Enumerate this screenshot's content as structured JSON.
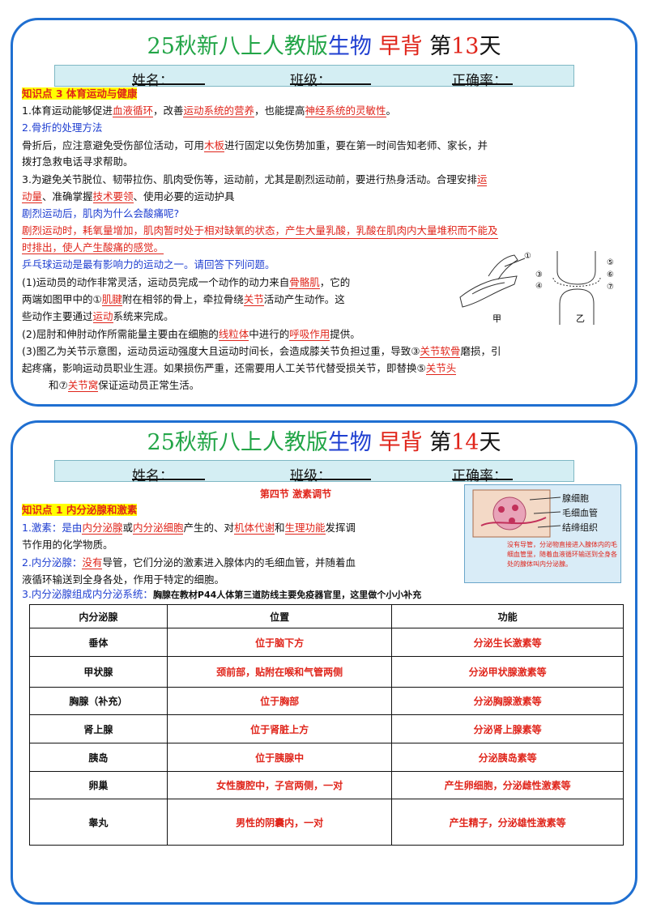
{
  "card1": {
    "title": {
      "p1": "25秋新八上人教版",
      "p2": "生物",
      "p3": "早背",
      "p4": "第",
      "p5": "13",
      "p6": "天"
    },
    "name_label": "姓名：",
    "class_label": "班级：",
    "accuracy_label": "正确率：",
    "kp_tag": "知识点 3 体育运动与健康",
    "l1": {
      "a": "1.体育运动能够促进",
      "b": "血液循环",
      "c": "，改善",
      "d": "运动系统的营养",
      "e": "，也能提高",
      "f": "神经系统的灵敏性",
      "g": "。"
    },
    "l2": "2.骨折的处理方法",
    "l3": {
      "a": "骨折后，应注意避免受伤部位活动，可用",
      "b": "木板",
      "c": "进行固定以免伤势加重，要在第一时间告知老师、家长，并"
    },
    "l4": "拨打急救电话寻求帮助。",
    "l5": {
      "a": "3.为避免关节脱位、韧带拉伤、肌肉受伤等，运动前，尤其是剧烈运动前，要进行热身活动。合理安排",
      "b": "运"
    },
    "l6": {
      "a": "动量",
      "b": "、准确掌握",
      "c": "技术要领",
      "d": "、使用必要的运动护具"
    },
    "l7": "剧烈运动后，肌肉为什么会酸痛呢?",
    "l8": "剧烈运动时，耗氧量增加，肌肉暂时处于相对缺氧的状态，产生大量乳酸，乳酸在肌肉内大量堆积而不能及",
    "l9": "时排出，使人产生酸痛的感觉。",
    "l10": "乒乓球运动是最有影响力的运动之一。请回答下列问题。",
    "l11": {
      "a": "(1)运动员的动作非常灵活，运动员完成一个动作的动力来自",
      "b": "骨骼肌",
      "c": "，它的"
    },
    "l12": {
      "a": "两端如图甲中的①",
      "b": "肌腱",
      "c": "附在相邻的骨上，牵拉骨绕",
      "d": "关节",
      "e": "活动产生动作。这"
    },
    "l13": {
      "a": "些动作主要通过",
      "b": "运动",
      "c": "系统来完成。"
    },
    "l14": {
      "a": "(2)屈肘和伸肘动作所需能量主要由在细胞的",
      "b": "线粒体",
      "c": "中进行的",
      "d": "呼吸作用",
      "e": "提供。"
    },
    "l15": {
      "a": "(3)图乙为关节示意图，运动员运动强度大且运动时间长，会造成膝关节负担过重，导致③",
      "b": "关节软骨",
      "c": "磨损，引"
    },
    "l16": {
      "a": "起疼痛，影响运动员职业生涯。如果损伤严重，还需要用人工关节代替受损关节，即替换⑤",
      "b": "关节头"
    },
    "l17": {
      "a": "和⑦",
      "b": "关节窝",
      "c": "保证运动员正常生活。"
    },
    "fig": {
      "left_label": "甲",
      "right_label": "乙",
      "n1": "①",
      "n3": "③",
      "n4": "④",
      "n5": "⑤",
      "n6": "⑥",
      "n7": "⑦"
    }
  },
  "card2": {
    "title": {
      "p1": "25秋新八上人教版",
      "p2": "生物",
      "p3": "早背",
      "p4": "第",
      "p5": "14",
      "p6": "天"
    },
    "name_label": "姓名：",
    "class_label": "班级：",
    "accuracy_label": "正确率：",
    "section": "第四节 激素调节",
    "kp_tag": "知识点 1 内分泌腺和激素",
    "l1": {
      "a": "1.激素：是由",
      "b": "内分泌腺",
      "c": "或",
      "d": "内分泌细胞",
      "e": "产生的、对",
      "f": "机体代谢",
      "g": "和",
      "h": "生理功能",
      "i": "发挥调"
    },
    "l2": "节作用的化学物质。",
    "l3": {
      "a": "2.内分泌腺：",
      "b": "没有",
      "c": "导管，它们分泌的激素进入腺体内的毛细血管，并随着血"
    },
    "l4": "液循环输送到全身各处，作用于特定的细胞。",
    "l5": {
      "a": "3.内分泌腺组成内分泌系统：",
      "b": "胸腺在教材P44人体第三道防线主要免疫器官里，这里做个小小补充"
    },
    "fig": {
      "label1": "腺细胞",
      "label2": "毛细血管",
      "label3": "结缔组织",
      "caption": "没有导管，分泌物直接进入腺体内的毛细血管里，随着血液循环输送到全身各处的腺体叫内分泌腺。"
    },
    "table": {
      "headers": [
        "内分泌腺",
        "位置",
        "功能"
      ],
      "rows": [
        [
          "垂体",
          "位于脑下方",
          "分泌生长激素等"
        ],
        [
          "甲状腺",
          "颈前部，贴附在喉和气管两侧",
          "分泌甲状腺激素等"
        ],
        [
          "胸腺（补充）",
          "位于胸部",
          "分泌胸腺激素等"
        ],
        [
          "肾上腺",
          "位于肾脏上方",
          "分泌肾上腺素等"
        ],
        [
          "胰岛",
          "位于胰腺中",
          "分泌胰岛素等"
        ],
        [
          "卵巢",
          "女性腹腔中，子宫两侧，一对",
          "产生卵细胞，分泌雌性激素等"
        ],
        [
          "睾丸",
          "男性的阴囊内，一对",
          "产生精子，分泌雄性激素等"
        ]
      ]
    }
  }
}
